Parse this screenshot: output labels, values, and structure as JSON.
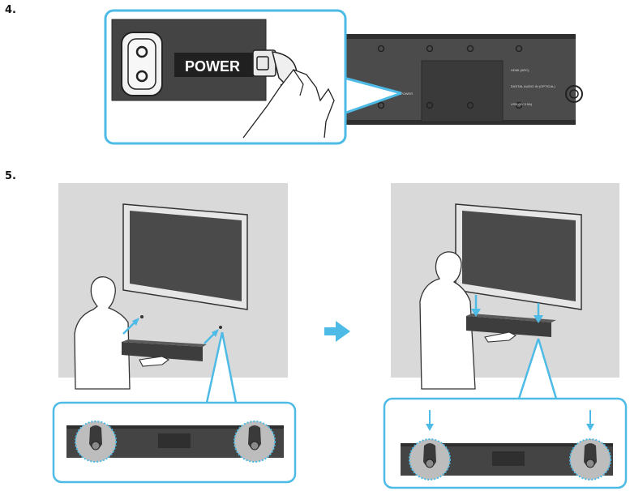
{
  "steps": {
    "step4": "4.",
    "step5": "5."
  },
  "panel4": {
    "outlet_label": "POWER",
    "port_labels": {
      "power": "POWER",
      "hdmi": "HDMI (ARC)",
      "digital": "DIGITAL AUDIO IN (OPTICAL)",
      "usb": "USB (5V 0.5A)"
    }
  },
  "colors": {
    "callout": "#4dbbe6",
    "wall": "#d9d9d9",
    "device": "#3d3d3d"
  }
}
